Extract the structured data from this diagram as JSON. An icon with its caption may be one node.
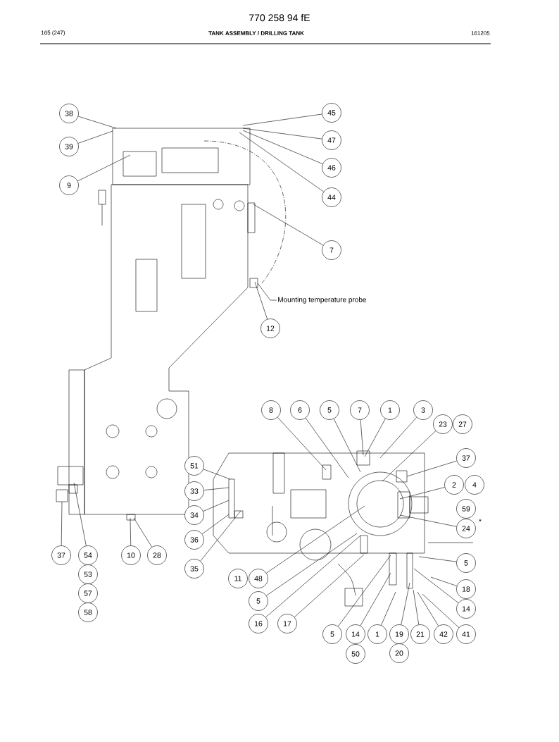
{
  "diagram": {
    "title": "TANK ASSEMBLY / DRILLING TANK",
    "nodes": [
      {
        "text": [
          "38"
        ]
      },
      {
        "text": [
          "39"
        ]
      },
      {
        "text": [
          "9"
        ]
      },
      {
        "text": [
          "45"
        ]
      },
      {
        "text": [
          "47"
        ]
      },
      {
        "text": [
          "46"
        ]
      },
      {
        "text": [
          "44"
        ]
      },
      {
        "text": [
          "7"
        ]
      },
      {
        "text": [
          "Mounting temperature probe"
        ]
      },
      {
        "text": [
          "12"
        ]
      },
      {
        "text": [
          "37"
        ]
      },
      {
        "text": [
          "54"
        ]
      },
      {
        "text": [
          "53"
        ]
      },
      {
        "text": [
          "57"
        ]
      },
      {
        "text": [
          "58"
        ]
      },
      {
        "text": [
          "10"
        ]
      },
      {
        "text": [
          "28"
        ]
      },
      {
        "text": [
          "8"
        ]
      },
      {
        "text": [
          "6"
        ]
      },
      {
        "text": [
          "5"
        ]
      },
      {
        "text": [
          "7"
        ]
      },
      {
        "text": [
          "1"
        ]
      },
      {
        "text": [
          "3"
        ]
      },
      {
        "text": [
          "23"
        ]
      },
      {
        "text": [
          "27"
        ]
      },
      {
        "text": [
          "37"
        ]
      },
      {
        "text": [
          "2"
        ]
      },
      {
        "text": [
          "4"
        ]
      },
      {
        "text": [
          "59"
        ]
      },
      {
        "text": [
          "24"
        ]
      },
      {
        "text": [
          "5"
        ]
      },
      {
        "text": [
          "18"
        ]
      },
      {
        "text": [
          "14"
        ]
      },
      {
        "text": [
          "41"
        ]
      },
      {
        "text": [
          "42"
        ]
      },
      {
        "text": [
          "21"
        ]
      },
      {
        "text": [
          "19"
        ]
      },
      {
        "text": [
          "20"
        ]
      },
      {
        "text": [
          "1"
        ]
      },
      {
        "text": [
          "14"
        ]
      },
      {
        "text": [
          "50"
        ]
      },
      {
        "text": [
          "5"
        ]
      },
      {
        "text": [
          "17"
        ]
      },
      {
        "text": [
          "16"
        ]
      },
      {
        "text": [
          "5"
        ]
      },
      {
        "text": [
          "11"
        ]
      },
      {
        "text": [
          "48"
        ]
      },
      {
        "text": [
          "51"
        ]
      },
      {
        "text": [
          "33"
        ]
      },
      {
        "text": [
          "34"
        ]
      },
      {
        "text": [
          "36"
        ]
      },
      {
        "text": [
          "35"
        ]
      }
    ],
    "edges": [
      {
        "from": 0,
        "to": null,
        "arrow": "none"
      },
      {
        "from": 1,
        "to": null,
        "arrow": "none"
      },
      {
        "from": 2,
        "to": null,
        "arrow": "none"
      },
      {
        "from": 3,
        "to": null,
        "arrow": "none"
      },
      {
        "from": 4,
        "to": null,
        "arrow": "none"
      },
      {
        "from": 5,
        "to": null,
        "arrow": "none"
      },
      {
        "from": 6,
        "to": null,
        "arrow": "none"
      },
      {
        "from": 7,
        "to": null,
        "arrow": "none"
      },
      {
        "from": 8,
        "to": null,
        "arrow": "none"
      },
      {
        "from": 9,
        "to": null,
        "arrow": "none"
      },
      {
        "from": 10,
        "to": null,
        "arrow": "none"
      },
      {
        "from": 11,
        "to": null,
        "arrow": "none"
      },
      {
        "from": 15,
        "to": null,
        "arrow": "none"
      },
      {
        "from": 16,
        "to": null,
        "arrow": "none"
      },
      {
        "from": 17,
        "to": null,
        "arrow": "none"
      },
      {
        "from": 18,
        "to": null,
        "arrow": "none"
      },
      {
        "from": 19,
        "to": null,
        "arrow": "none"
      },
      {
        "from": 20,
        "to": null,
        "arrow": "none"
      },
      {
        "from": 21,
        "to": null,
        "arrow": "none"
      },
      {
        "from": 22,
        "to": null,
        "arrow": "none"
      },
      {
        "from": 23,
        "to": null,
        "arrow": "none"
      },
      {
        "from": 25,
        "to": null,
        "arrow": "none"
      },
      {
        "from": 26,
        "to": null,
        "arrow": "none"
      },
      {
        "from": 29,
        "to": null,
        "arrow": "none"
      },
      {
        "from": 30,
        "to": null,
        "arrow": "none"
      },
      {
        "from": 31,
        "to": null,
        "arrow": "none"
      },
      {
        "from": 32,
        "to": null,
        "arrow": "none"
      },
      {
        "from": 33,
        "to": null,
        "arrow": "none"
      },
      {
        "from": 34,
        "to": null,
        "arrow": "none"
      },
      {
        "from": 35,
        "to": null,
        "arrow": "none"
      },
      {
        "from": 36,
        "to": null,
        "arrow": "none"
      },
      {
        "from": 38,
        "to": null,
        "arrow": "none"
      },
      {
        "from": 39,
        "to": null,
        "arrow": "none"
      },
      {
        "from": 41,
        "to": null,
        "arrow": "none"
      },
      {
        "from": 42,
        "to": null,
        "arrow": "none"
      },
      {
        "from": 43,
        "to": null,
        "arrow": "none"
      },
      {
        "from": 44,
        "to": null,
        "arrow": "none"
      },
      {
        "from": 46,
        "to": null,
        "arrow": "none"
      },
      {
        "from": 47,
        "to": null,
        "arrow": "none"
      },
      {
        "from": 48,
        "to": null,
        "arrow": "none"
      },
      {
        "from": 49,
        "to": null,
        "arrow": "none"
      },
      {
        "from": 50,
        "to": null,
        "arrow": "none"
      },
      {
        "from": 51,
        "to": null,
        "arrow": "none"
      }
    ],
    "labels": [
      "770 258 94 fE",
      "165 (247)",
      "161205",
      "*"
    ]
  }
}
